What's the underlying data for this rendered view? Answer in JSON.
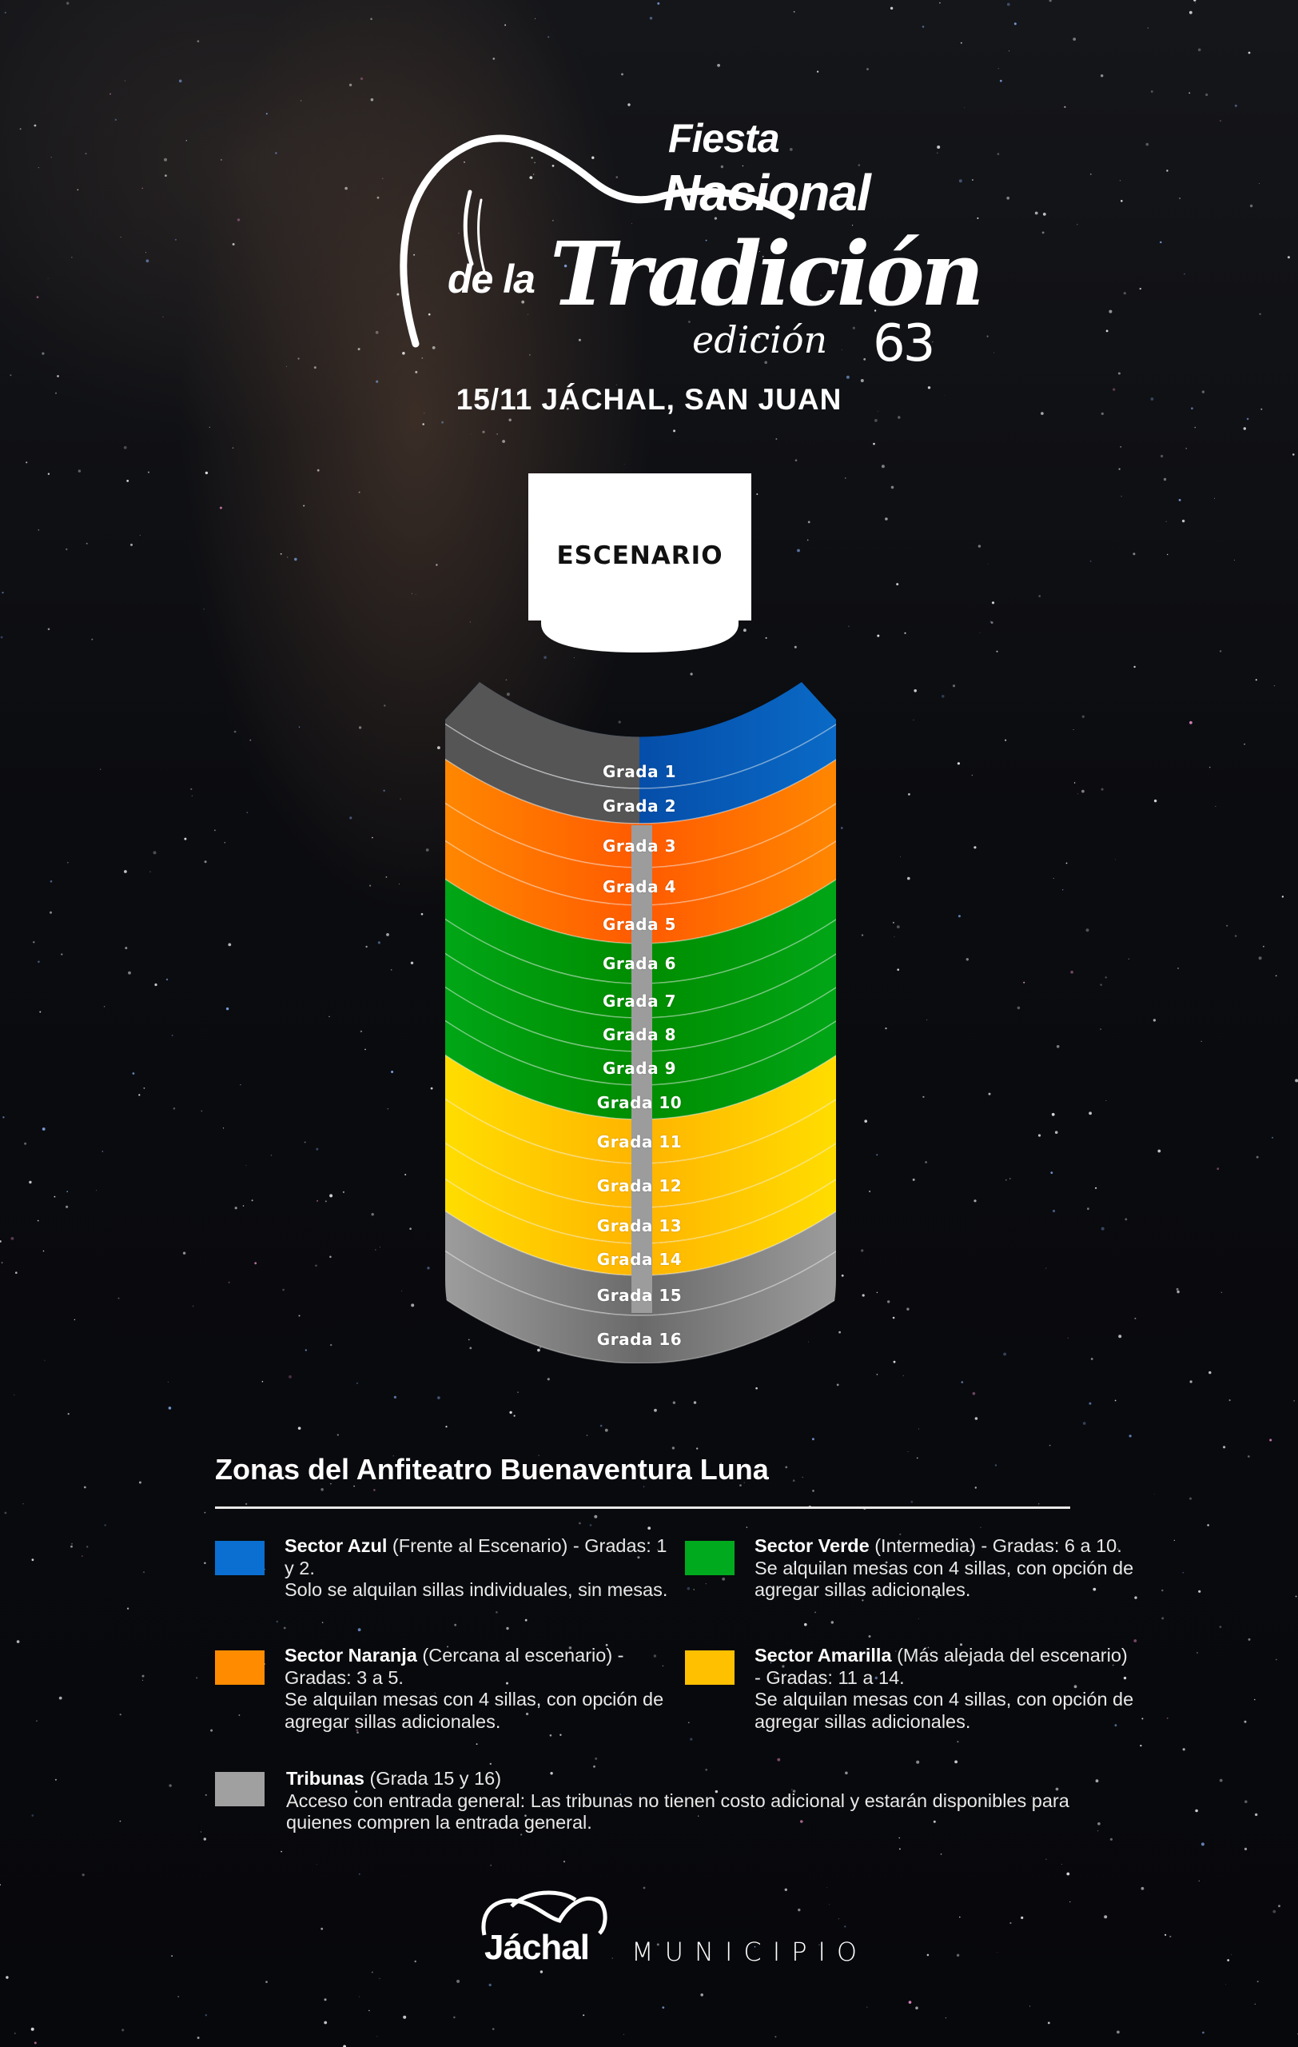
{
  "logo": {
    "fiesta": "Fiesta",
    "nacional": "Nacional",
    "de_la": "de la",
    "tradicion": "Tradición",
    "edicion": "edición",
    "number": "63"
  },
  "event_date_location": "15/11 JÁCHAL, SAN JUAN",
  "stage_label": "ESCENARIO",
  "gradas": [
    "Grada 1",
    "Grada 2",
    "Grada 3",
    "Grada 4",
    "Grada 5",
    "Grada 6",
    "Grada 7",
    "Grada 8",
    "Grada 9",
    "Grada 10",
    "Grada 11",
    "Grada 12",
    "Grada 13",
    "Grada 14",
    "Grada 15",
    "Grada 16"
  ],
  "colors": {
    "azul": "#0a55b0",
    "naranja": "#ff8a00",
    "verde": "#00a21a",
    "amarilla": "#ffc000",
    "tribunas": "#9a9a9a",
    "gris_oscuro": "#555555"
  },
  "legend": {
    "title": "Zonas del Anfiteatro Buenaventura Luna",
    "items": [
      {
        "name": "Sector Azul",
        "detail": " (Frente al Escenario) - Gradas: 1 y 2.",
        "description": "Solo se alquilan sillas individuales, sin mesas.",
        "color": "#0a6fd0"
      },
      {
        "name": "Sector Verde",
        "detail": " (Intermedia) - Gradas: 6 a 10.",
        "description": "Se alquilan mesas con 4 sillas, con opción de agregar sillas adicionales.",
        "color": "#00aa1e"
      },
      {
        "name": "Sector Naranja",
        "detail": " (Cercana al escenario) - Gradas: 3 a 5.",
        "description": "Se alquilan mesas con 4 sillas, con opción de agregar sillas adicionales.",
        "color": "#ff8c00"
      },
      {
        "name": "Sector Amarilla",
        "detail": " (Más alejada del escenario) - Gradas: 11 a 14.",
        "description": "Se alquilan mesas con 4 sillas, con opción de agregar sillas adicionales.",
        "color": "#ffc000"
      },
      {
        "name": "Tribunas",
        "detail": " (Grada 15 y 16)",
        "description": "Acceso con entrada general: Las tribunas no tienen costo adicional y estarán disponibles para quienes compren la entrada general.",
        "color": "#a0a0a0"
      }
    ]
  },
  "footer": {
    "brand": "Jáchal",
    "subtitle": "MUNICIPIO"
  }
}
